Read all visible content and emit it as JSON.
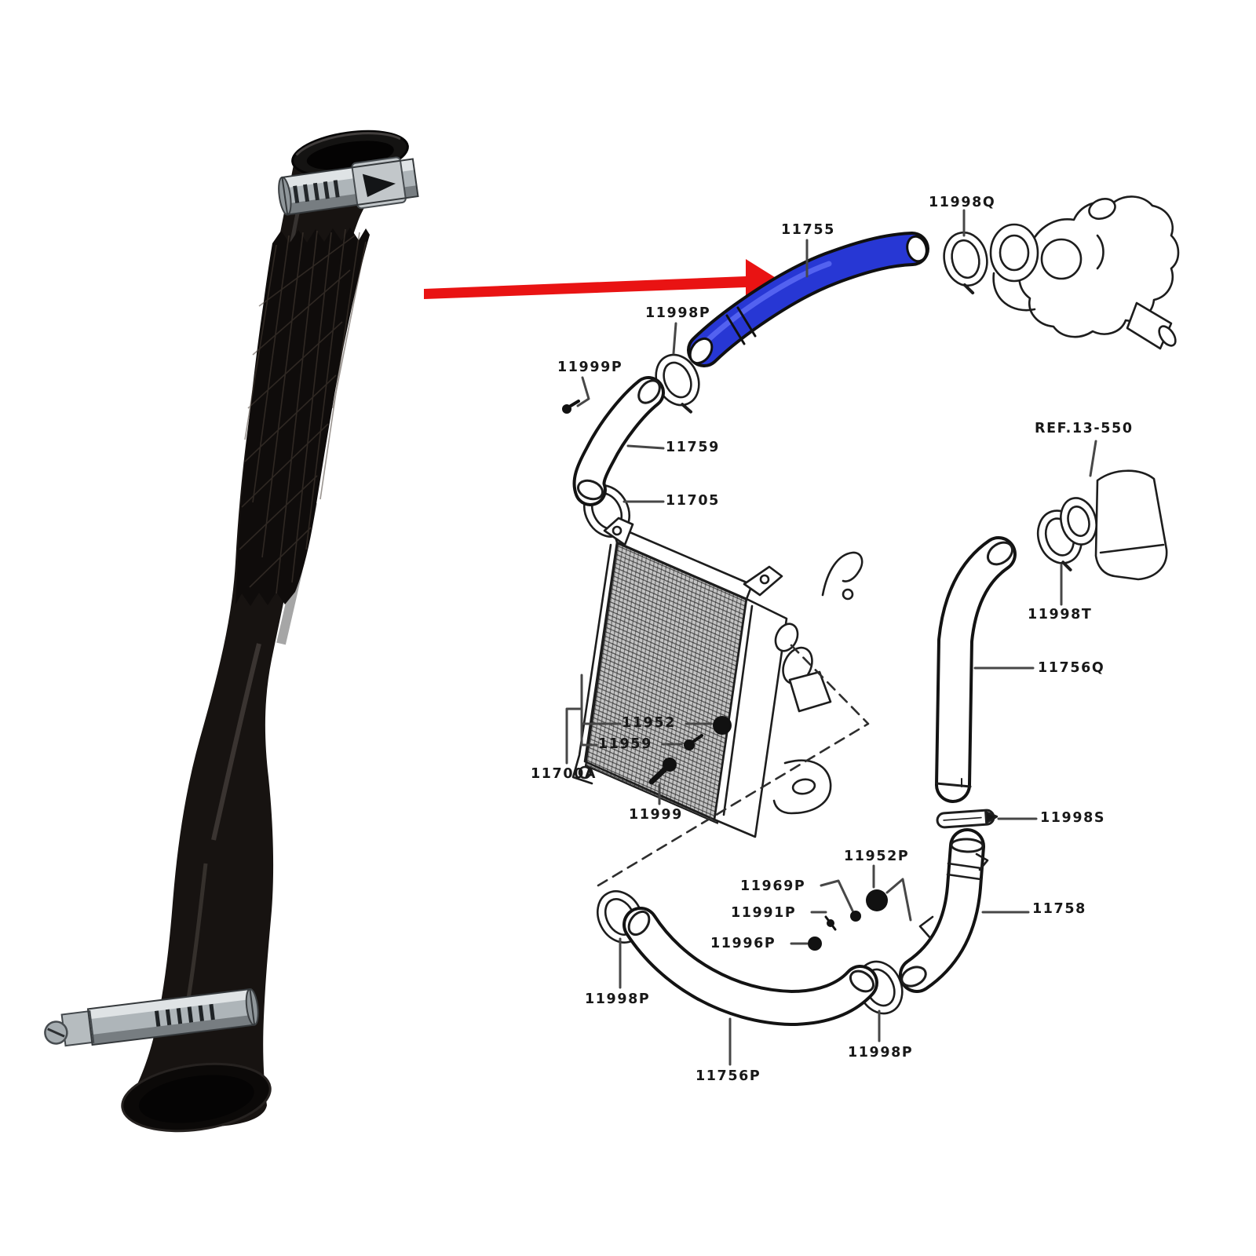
{
  "image_type": "auto-part listing image: photo of intercooler turbo hose with arrow pointing to its position in an exploded parts diagram",
  "background": "#ffffff",
  "arrow": {
    "color": "#e91313"
  },
  "highlighted_part": {
    "number": "11755",
    "color": "#2737d4"
  },
  "diagram": {
    "line_color": "#1d1d1d",
    "labels": [
      {
        "text": "11755"
      },
      {
        "text": "11998Q"
      },
      {
        "text": "11998P"
      },
      {
        "text": "11999P"
      },
      {
        "text": "11759"
      },
      {
        "text": "11705"
      },
      {
        "text": "REF.13-550"
      },
      {
        "text": "11998T"
      },
      {
        "text": "11756Q"
      },
      {
        "text": "11998S"
      },
      {
        "text": "11952"
      },
      {
        "text": "11959"
      },
      {
        "text": "11700A"
      },
      {
        "text": "11999"
      },
      {
        "text": "11952P"
      },
      {
        "text": "11969P"
      },
      {
        "text": "11991P"
      },
      {
        "text": "11996P"
      },
      {
        "text": "11758"
      },
      {
        "text": "11998P"
      },
      {
        "text": "11756P"
      },
      {
        "text": "11998P"
      }
    ]
  }
}
